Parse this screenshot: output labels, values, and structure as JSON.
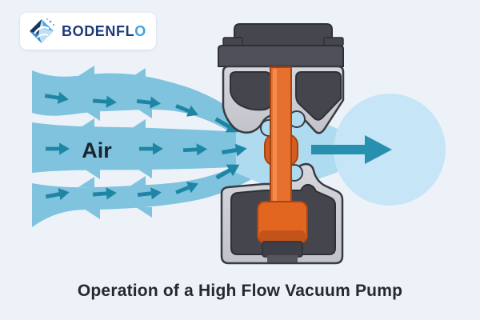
{
  "page": {
    "background_color": "#edf2f8"
  },
  "logo": {
    "brand_main": "BODENFL",
    "brand_accent": "O"
  },
  "diagram": {
    "air_label": "Air",
    "colors": {
      "stream_blue": "#7fc3de",
      "flow_arrow_teal": "#1e86a4",
      "outlet_arrow_teal": "#2790ae",
      "throat_light_blue": "#aedbef",
      "outlet_circle_blue": "#c6e5f7",
      "pump_body_gray": "#cdced4",
      "pump_dark_gray": "#46464e",
      "pump_outline": "#3a3a42",
      "piston_orange": "#e8702f",
      "valve_dark_orange": "#d55d22",
      "brand_navy": "#1d3a7a",
      "brand_light_blue": "#3ea2e0",
      "caption_text": "#26282c"
    }
  },
  "caption": {
    "text": "Operation of a High Flow Vacuum Pump"
  }
}
